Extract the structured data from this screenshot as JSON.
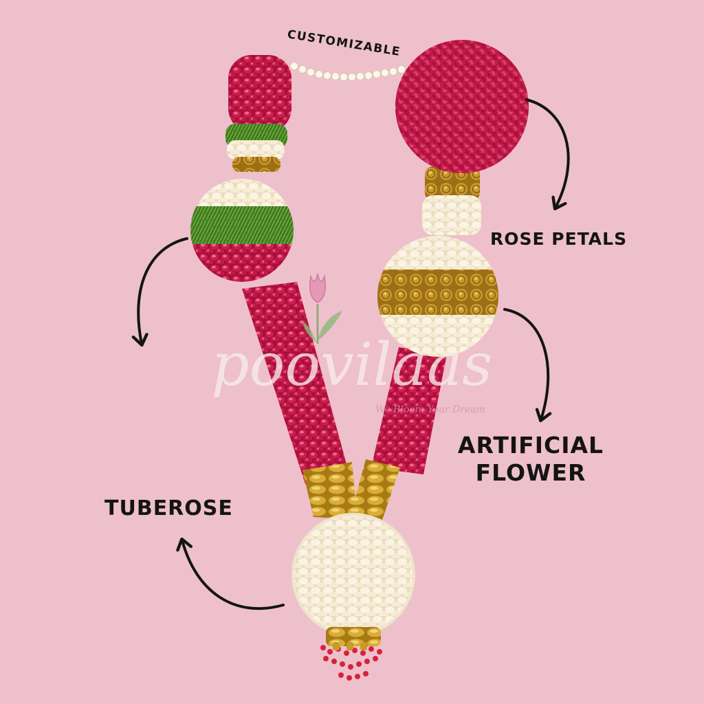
{
  "labels": {
    "customizable": "CUSTOMIZABLE",
    "rose_petals": "ROSE PETALS",
    "artificial_flower_line1": "ARTIFICIAL",
    "artificial_flower_line2": "FLOWER",
    "tuberose": "TUBEROSE"
  },
  "watermark": {
    "brand": "poovilaas",
    "tagline": "We Bloom Your Dream"
  },
  "colors": {
    "background": "#eec0cb",
    "rose_red": "#b0123f",
    "tuberose_white": "#f8f1e0",
    "gold": "#c89a2a",
    "green": "#4f8a2a",
    "pearl": "#fbf6ee",
    "bead_red": "#d8213b",
    "ink": "#141414"
  }
}
